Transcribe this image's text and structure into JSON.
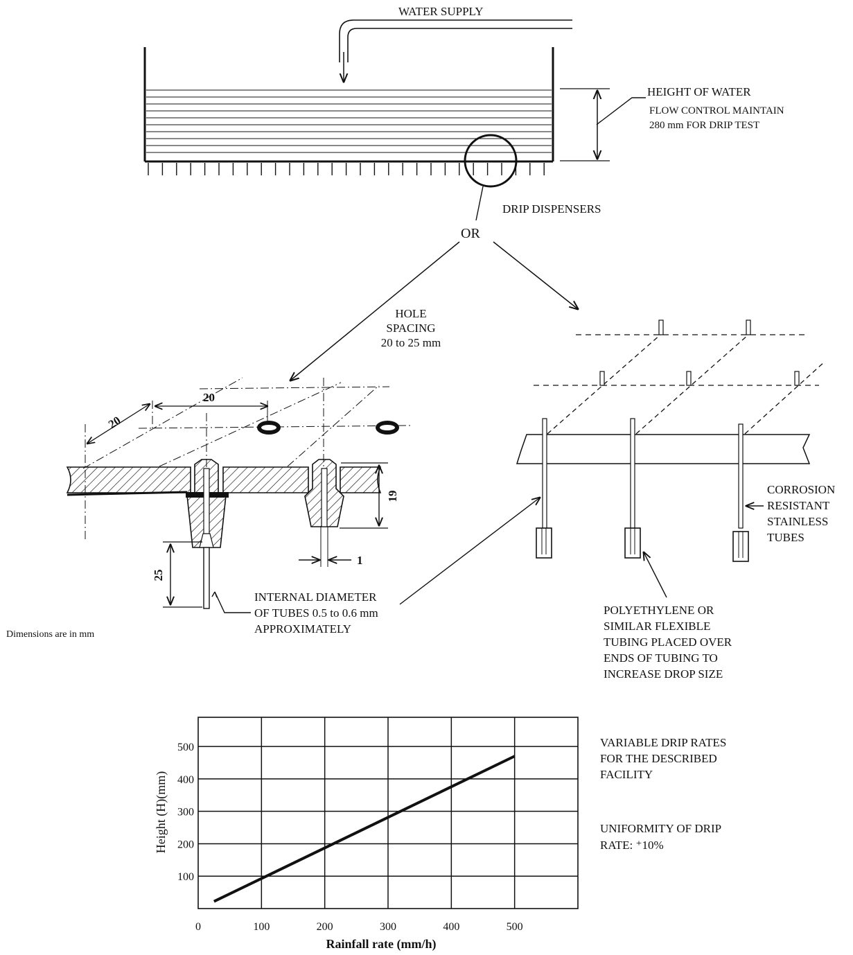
{
  "tank": {
    "water_supply": "WATER SUPPLY",
    "height_of_water": "HEIGHT OF WATER",
    "flow_control_1": "FLOW CONTROL MAINTAIN",
    "flow_control_2": "280 mm FOR DRIP TEST",
    "drip_dispensers": "DRIP DISPENSERS",
    "or": "OR"
  },
  "detail_left": {
    "hole_spacing": [
      "HOLE",
      "SPACING",
      "20 to 25 mm"
    ],
    "dim_20a": "20",
    "dim_20b": "20",
    "dim_19": "19",
    "dim_25": "25",
    "dim_1": "1",
    "internal_diameter": [
      "INTERNAL DIAMETER",
      "OF TUBES 0.5 to 0.6 mm",
      "APPROXIMATELY"
    ]
  },
  "detail_right": {
    "corrosion": [
      "CORROSION",
      "RESISTANT",
      "STAINLESS",
      "TUBES"
    ],
    "polyethylene": [
      "POLYETHYLENE OR",
      "SIMILAR FLEXIBLE",
      "TUBING PLACED OVER",
      "ENDS OF TUBING TO",
      "INCREASE DROP SIZE"
    ]
  },
  "dimensions_note": "Dimensions are in mm",
  "notes": {
    "variable": [
      "VARIABLE DRIP RATES",
      "FOR THE DESCRIBED",
      "FACILITY"
    ],
    "uniformity_1": "UNIFORMITY OF DRIP",
    "uniformity_2": "RATE:  ⁺10%"
  },
  "chart_data": {
    "type": "line",
    "xlabel": "Rainfall rate (mm/h)",
    "ylabel": "Height (H)(mm)",
    "x_ticks": [
      "0",
      "100",
      "200",
      "300",
      "400",
      "500"
    ],
    "y_ticks": [
      "100",
      "200",
      "300",
      "400",
      "500"
    ],
    "xlim": [
      0,
      600
    ],
    "ylim": [
      0,
      590
    ],
    "grid": true,
    "series": [
      {
        "x": [
          25,
          500
        ],
        "y": [
          22,
          470
        ]
      }
    ]
  }
}
